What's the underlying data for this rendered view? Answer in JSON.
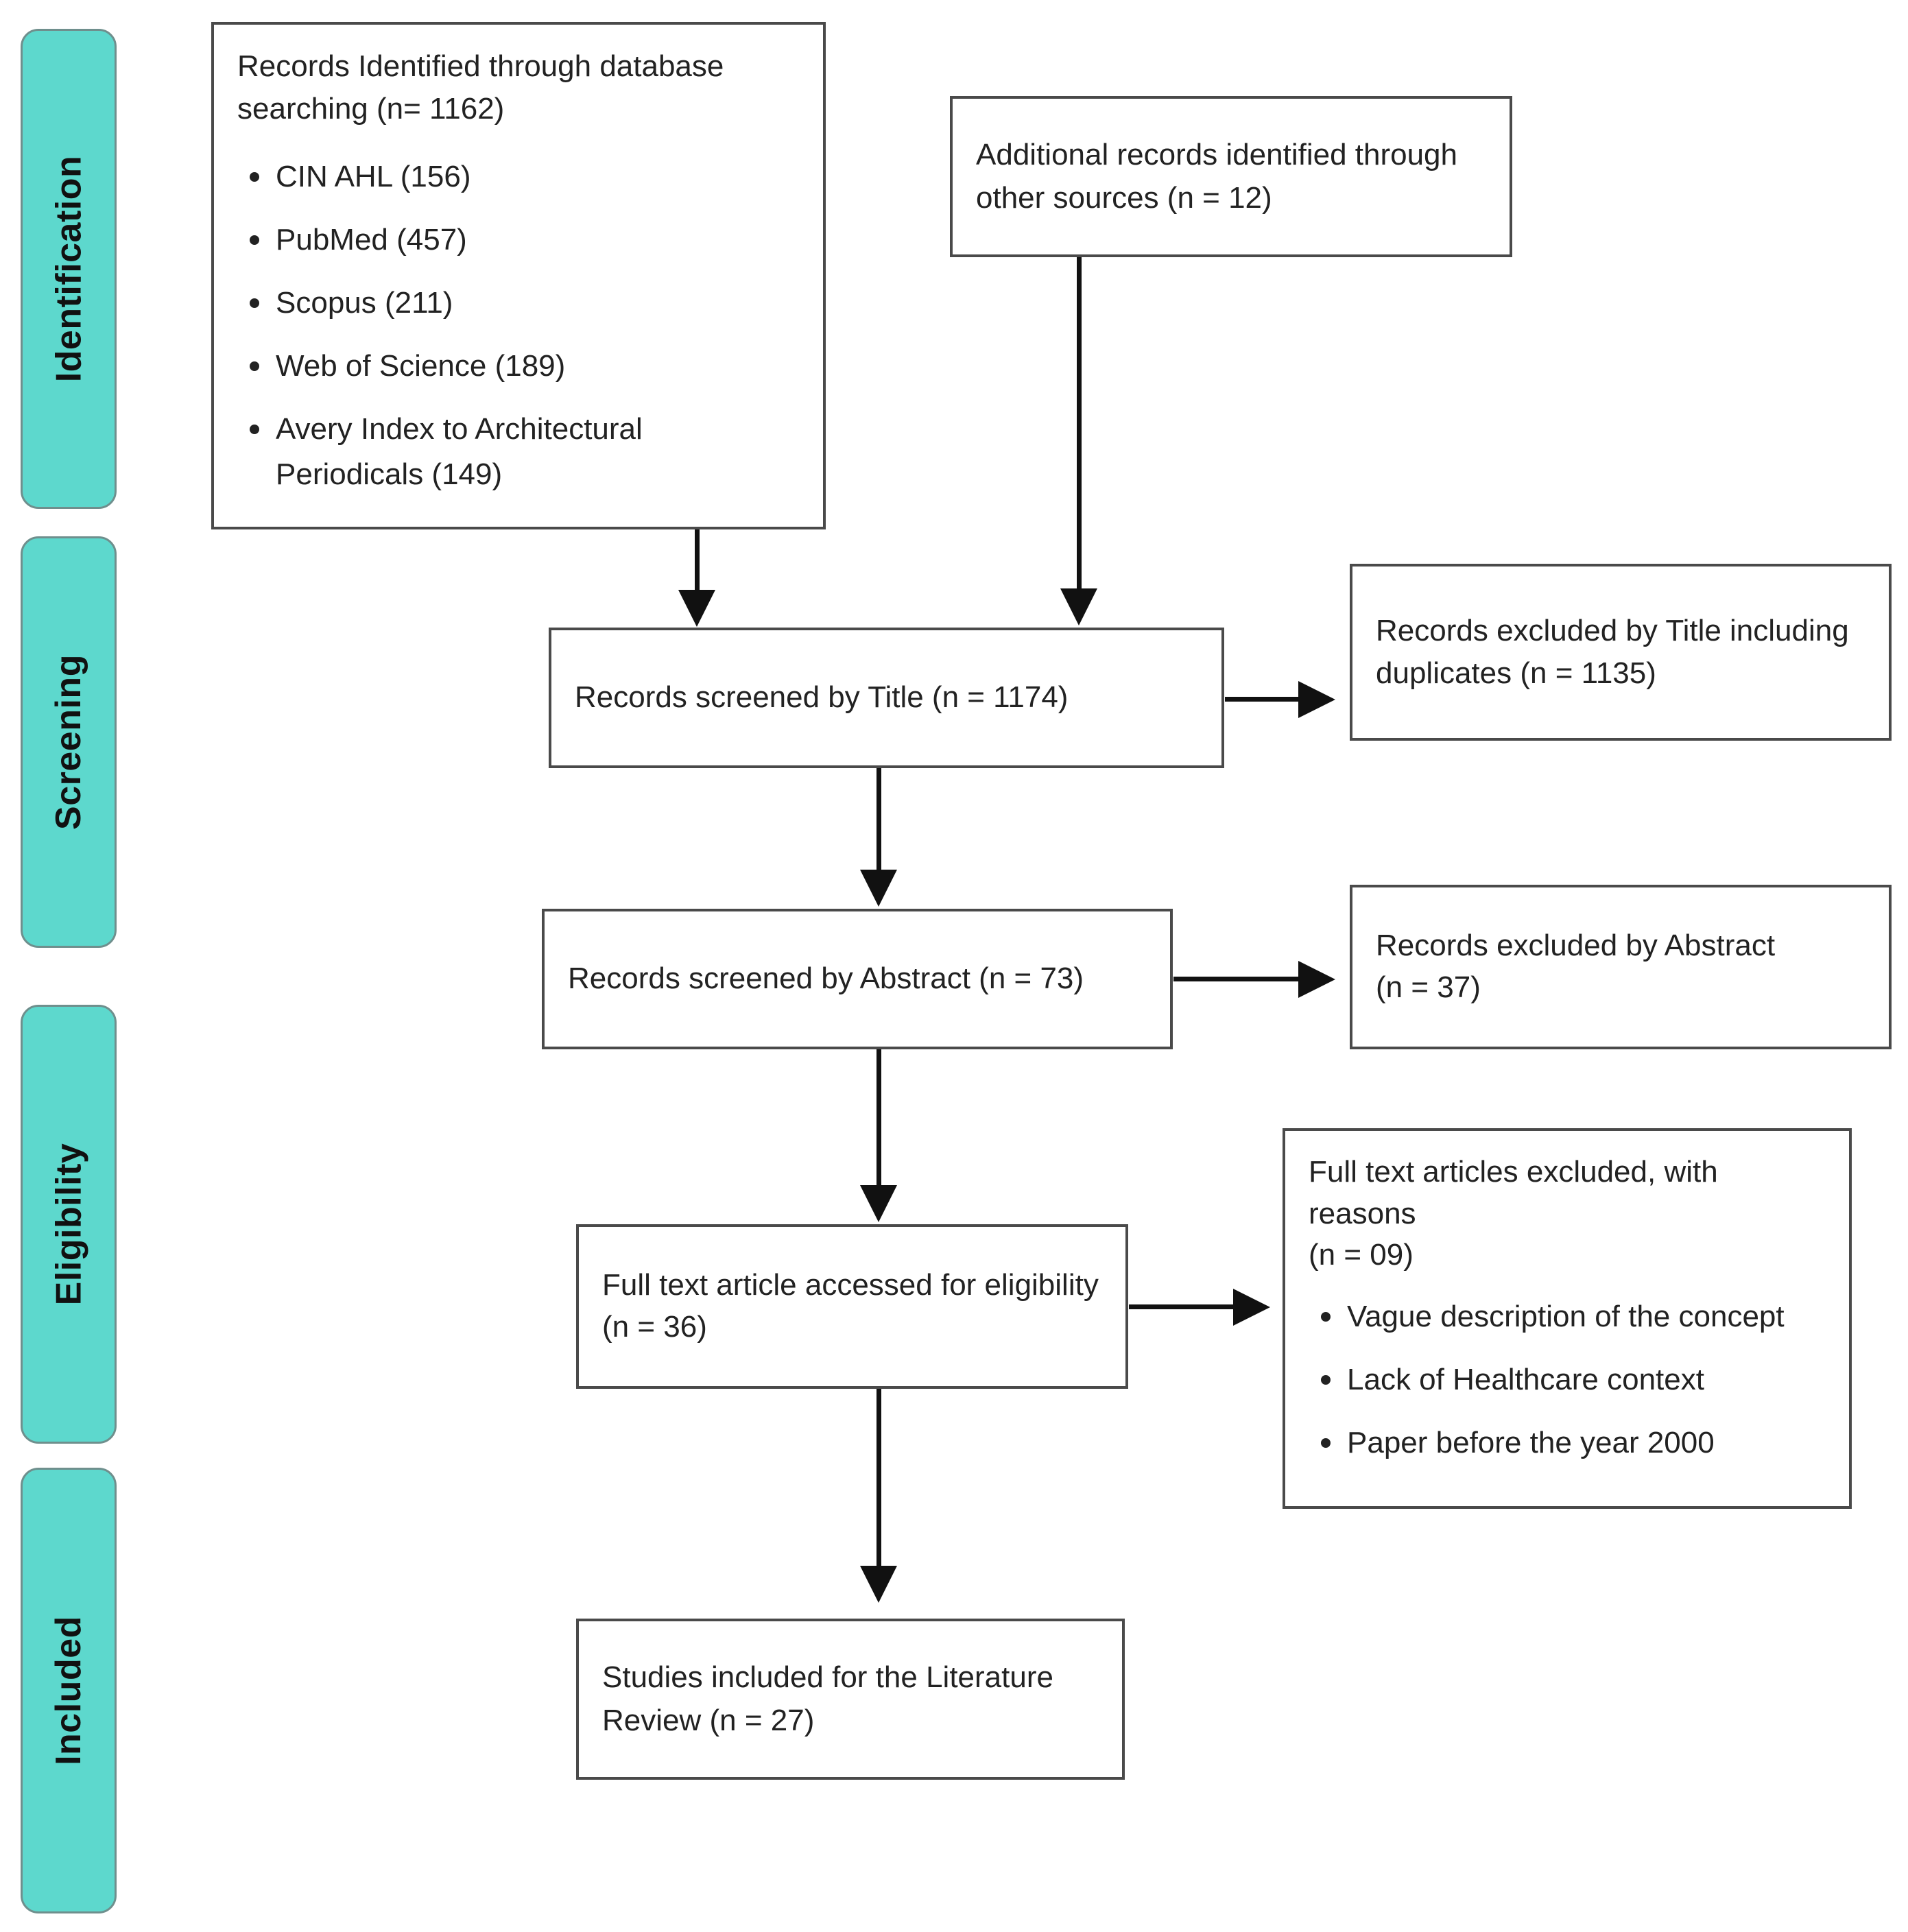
{
  "diagram": {
    "type": "prisma-flow-diagram",
    "accent_color": "#5dd8cd",
    "border_color": "#4a4a4a",
    "background": "#ffffff"
  },
  "stages": [
    {
      "label": "Identification"
    },
    {
      "label": "Screening"
    },
    {
      "label": "Eligibility"
    },
    {
      "label": "Included"
    }
  ],
  "boxes": {
    "database_search": {
      "heading": "Records Identified through database searching (n= 1162)",
      "sources": [
        "CIN AHL  (156)",
        "PubMed  (457)",
        "Scopus  (211)",
        "Web of Science  (189)",
        "Avery Index to Architectural\nPeriodicals  (149)"
      ]
    },
    "other_sources": {
      "text": "Additional records identified through other sources (n = 12)"
    },
    "screened_title": {
      "text": "Records screened by Title (n = 1174)"
    },
    "excluded_title": {
      "text": "Records excluded by Title including duplicates (n = 1135)"
    },
    "screened_abstract": {
      "text": "Records screened by Abstract (n = 73)"
    },
    "excluded_abstract": {
      "text": "Records excluded by Abstract\n(n = 37)"
    },
    "fulltext_eligibility": {
      "text": "Full text article accessed for eligibility\n(n = 36)"
    },
    "fulltext_excluded": {
      "heading": "Full text articles excluded, with reasons\n(n = 09)",
      "reasons": [
        "Vague description of the concept",
        "Lack of Healthcare context",
        "Paper before the year 2000"
      ]
    },
    "included_studies": {
      "text": "Studies included for the Literature Review (n = 27)"
    }
  },
  "chart_data": {
    "type": "diagram",
    "title": "PRISMA flow diagram",
    "nodes": [
      {
        "id": "database_search",
        "stage": "Identification",
        "count": 1162
      },
      {
        "id": "other_sources",
        "stage": "Identification",
        "count": 12
      },
      {
        "id": "screened_title",
        "stage": "Screening",
        "count": 1174
      },
      {
        "id": "excluded_title",
        "stage": "Screening",
        "count": 1135
      },
      {
        "id": "screened_abstract",
        "stage": "Screening",
        "count": 73
      },
      {
        "id": "excluded_abstract",
        "stage": "Screening",
        "count": 37
      },
      {
        "id": "fulltext_eligibility",
        "stage": "Eligibility",
        "count": 36
      },
      {
        "id": "fulltext_excluded",
        "stage": "Eligibility",
        "count": 9
      },
      {
        "id": "included_studies",
        "stage": "Included",
        "count": 27
      }
    ],
    "source_counts": {
      "CIN AHL": 156,
      "PubMed": 457,
      "Scopus": 211,
      "Web of Science": 189,
      "Avery Index to Architectural Periodicals": 149
    },
    "edges": [
      {
        "from": "database_search",
        "to": "screened_title"
      },
      {
        "from": "other_sources",
        "to": "screened_title"
      },
      {
        "from": "screened_title",
        "to": "excluded_title"
      },
      {
        "from": "screened_title",
        "to": "screened_abstract"
      },
      {
        "from": "screened_abstract",
        "to": "excluded_abstract"
      },
      {
        "from": "screened_abstract",
        "to": "fulltext_eligibility"
      },
      {
        "from": "fulltext_eligibility",
        "to": "fulltext_excluded"
      },
      {
        "from": "fulltext_eligibility",
        "to": "included_studies"
      }
    ]
  }
}
